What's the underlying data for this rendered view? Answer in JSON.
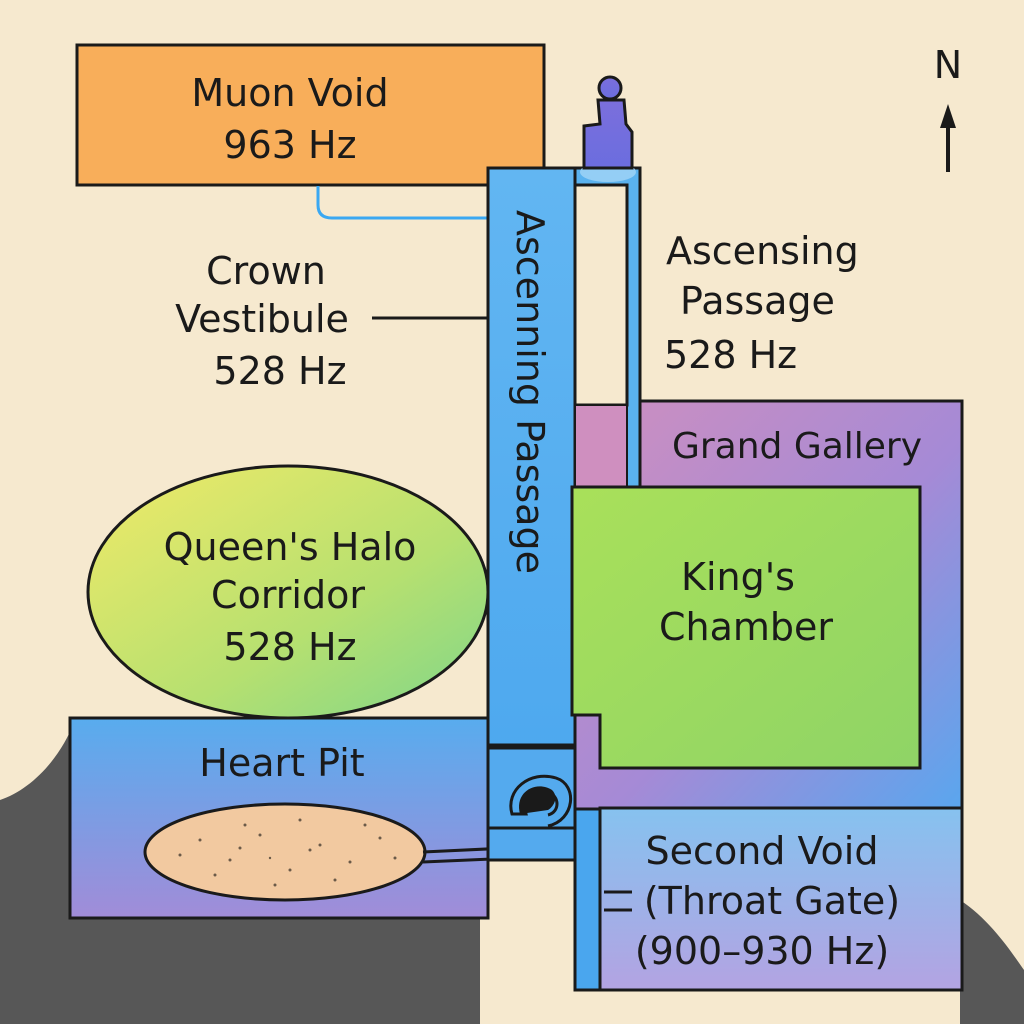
{
  "colors": {
    "background": "#f6e9cf",
    "ground": "#575757",
    "passage_blue": "#5ab2ef",
    "muon_void": "#f8ae5a",
    "gallery_purple": "#c88ac2",
    "kings_green": "#9fd85a",
    "queens_yellow": "#e7e96a",
    "heart_pit_purple": "#9f8fd8",
    "throat_gate_lilac": "#a9a9e2",
    "sand": "#f2c9a0",
    "figure": "#6d6be0",
    "outline": "#1a1a1a"
  },
  "labels": {
    "muon_void": [
      "Muon Void",
      "963 Hz"
    ],
    "crown_vestibule": [
      "Crown",
      "Vestibule",
      "528 Hz"
    ],
    "ascending_passage_right": [
      "Ascensing",
      "Passage",
      "528 Hz"
    ],
    "ascending_passage_vertical": "Ascenning Passage",
    "grand_gallery": "Grand Gallery",
    "kings_chamber": [
      "King's",
      "Chamber"
    ],
    "queens_halo_corridor": [
      "Queen's Halo",
      "Corridor",
      "528 Hz"
    ],
    "heart_pit": "Heart Pit",
    "second_void": [
      "Second Void",
      "(Throat Gate)",
      "(900–930 Hz)"
    ],
    "north": "N"
  },
  "icons": {
    "north_arrow": "arrow-up-icon",
    "figure": "seated-figure-icon",
    "spiral": "spiral-icon"
  }
}
